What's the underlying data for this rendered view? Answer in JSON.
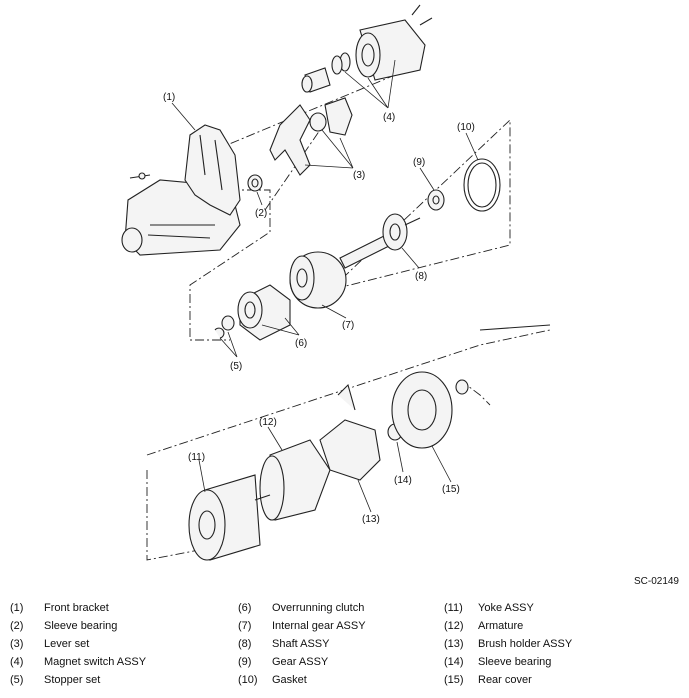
{
  "diagram": {
    "callouts": [
      "(1)",
      "(2)",
      "(3)",
      "(4)",
      "(5)",
      "(6)",
      "(7)",
      "(8)",
      "(9)",
      "(10)",
      "(11)",
      "(12)",
      "(13)",
      "(14)",
      "(15)"
    ],
    "figure_code": "SC-02149"
  },
  "legend": {
    "col1": [
      {
        "num": "(1)",
        "label": "Front bracket"
      },
      {
        "num": "(2)",
        "label": "Sleeve bearing"
      },
      {
        "num": "(3)",
        "label": "Lever set"
      },
      {
        "num": "(4)",
        "label": "Magnet switch ASSY"
      },
      {
        "num": "(5)",
        "label": "Stopper set"
      }
    ],
    "col2": [
      {
        "num": "(6)",
        "label": "Overrunning clutch"
      },
      {
        "num": "(7)",
        "label": "Internal gear ASSY"
      },
      {
        "num": "(8)",
        "label": "Shaft ASSY"
      },
      {
        "num": "(9)",
        "label": "Gear ASSY"
      },
      {
        "num": "(10)",
        "label": "Gasket"
      }
    ],
    "col3": [
      {
        "num": "(11)",
        "label": "Yoke ASSY"
      },
      {
        "num": "(12)",
        "label": "Armature"
      },
      {
        "num": "(13)",
        "label": "Brush holder ASSY"
      },
      {
        "num": "(14)",
        "label": "Sleeve bearing"
      },
      {
        "num": "(15)",
        "label": "Rear cover"
      }
    ]
  }
}
